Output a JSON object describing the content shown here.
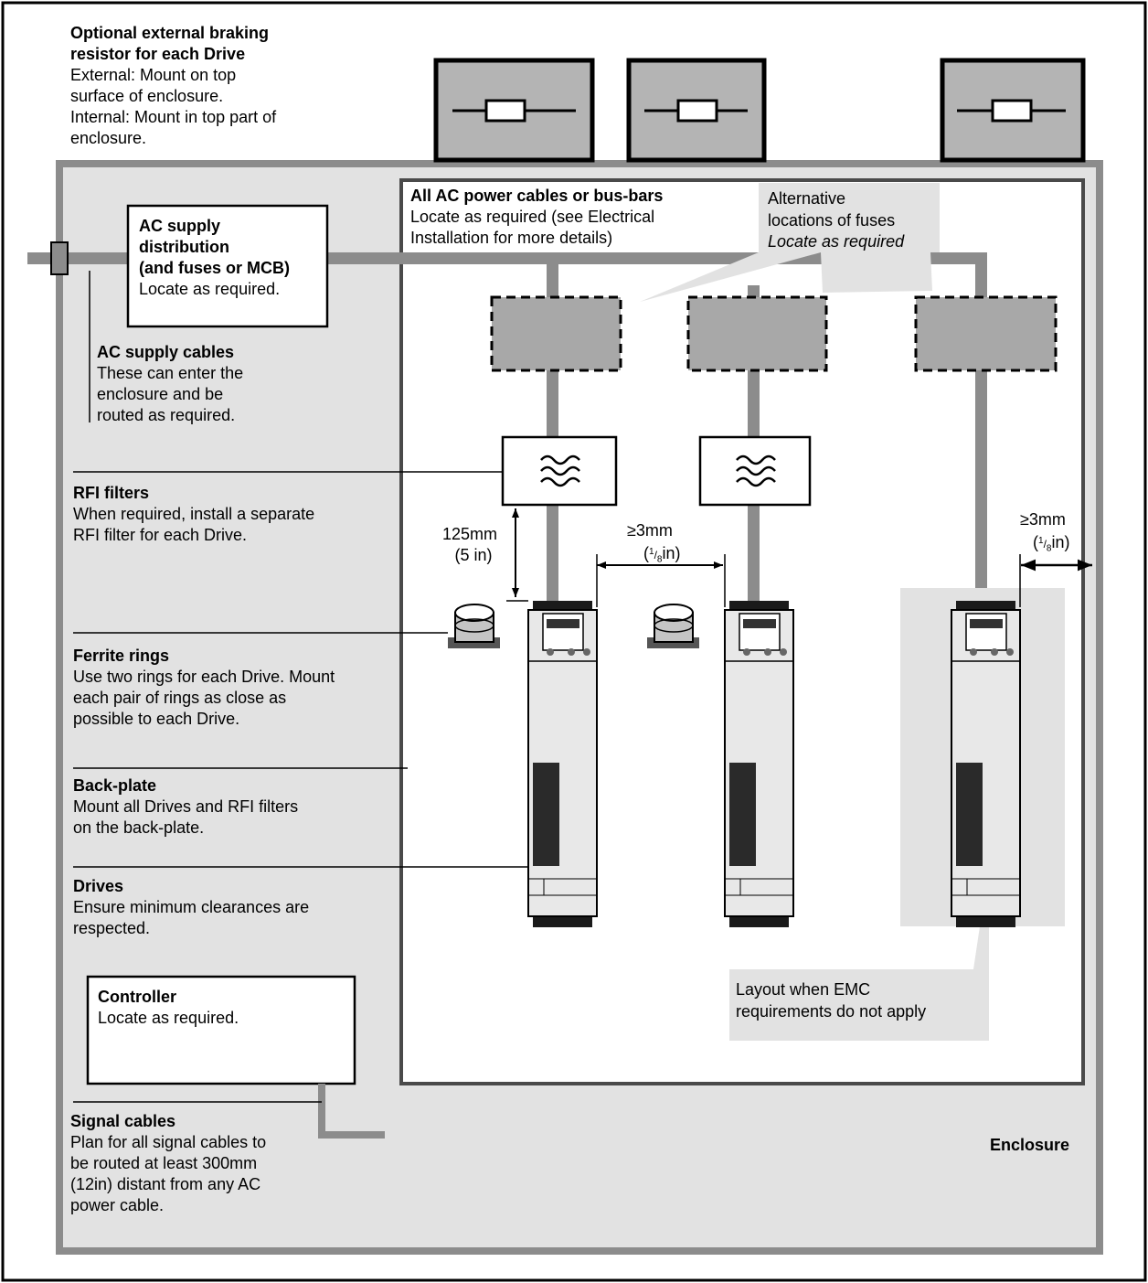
{
  "labels": {
    "braking_title_1": "Optional external braking",
    "braking_title_2": "resistor for each Drive",
    "braking_desc_1": "External: Mount on top",
    "braking_desc_2": "surface of enclosure.",
    "braking_desc_3": "Internal: Mount in top part of",
    "braking_desc_4": "enclosure.",
    "ac_dist_title_1": "AC supply",
    "ac_dist_title_2": "distribution",
    "ac_dist_title_3": "(and fuses or MCB)",
    "ac_dist_desc": "Locate as required.",
    "ac_cables_title": "AC supply cables",
    "ac_cables_desc_1": "These can enter the",
    "ac_cables_desc_2": "enclosure and be",
    "ac_cables_desc_3": "routed as required.",
    "acpower_title": "All AC power cables or bus-bars",
    "acpower_desc_1": "Locate as required (see Electrical",
    "acpower_desc_2": "Installation for more details)",
    "fuses_desc_1": "Alternative",
    "fuses_desc_2": "locations of fuses",
    "fuses_desc_3": "Locate as required",
    "rfi_title": "RFI filters",
    "rfi_desc_1": "When required, install a separate",
    "rfi_desc_2": "RFI filter for each Drive.",
    "dim_125_1": "125mm",
    "dim_125_2": "(5 in)",
    "dim_3mm_a": "≥3mm",
    "dim_in_a": "in",
    "dim_3mm_b": "≥3mm",
    "dim_in_b": "in",
    "frac_num": "1",
    "frac_den": "8",
    "ferrite_title": "Ferrite rings",
    "ferrite_desc_1": "Use two rings for each Drive. Mount",
    "ferrite_desc_2": "each pair of rings as close as",
    "ferrite_desc_3": "possible to each Drive.",
    "backplate_title": "Back-plate",
    "backplate_desc_1": "Mount all Drives and RFI filters",
    "backplate_desc_2": "on the back-plate.",
    "drives_title": "Drives",
    "drives_desc_1": "Ensure minimum clearances are",
    "drives_desc_2": "respected.",
    "controller_title": "Controller",
    "controller_desc": "Locate as required.",
    "emc_desc_1": "Layout when EMC",
    "emc_desc_2": "requirements do not apply",
    "signal_title": "Signal cables",
    "signal_desc_1": "Plan for all signal cables to",
    "signal_desc_2": "be routed at least 300mm",
    "signal_desc_3": "(12in) distant from any AC",
    "signal_desc_4": "power cable.",
    "enclosure_label": "Enclosure"
  },
  "colors": {
    "enclosure_fill": "#e2e2e2",
    "frame_grey": "#8c8c8c",
    "fuse_fill": "#a8a8a8",
    "resistor_fill": "#b4b4b4",
    "drive_body": "#e8e8e8",
    "drive_dark": "#2a2a2a"
  }
}
